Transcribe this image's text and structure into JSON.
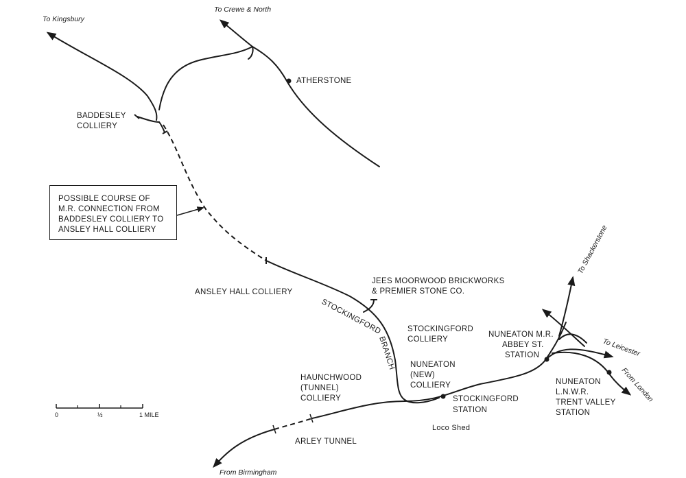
{
  "directions": {
    "kingsbury": "To Kingsbury",
    "crewe": "To Crewe & North",
    "shackerstone": "To Shackerstone",
    "leicester": "To Leicester",
    "london": "From London",
    "birmingham": "From Birmingham"
  },
  "places": {
    "atherstone": "ATHERSTONE",
    "baddesley": [
      "BADDESLEY",
      "COLLIERY"
    ],
    "ansley_hall": "ANSLEY HALL COLLIERY",
    "jees": [
      "JEES MOORWOOD BRICKWORKS",
      "& PREMIER STONE CO."
    ],
    "stockingford_colliery": [
      "STOCKINGFORD",
      "COLLIERY"
    ],
    "nuneaton_new": [
      "NUNEATON",
      "(NEW)",
      "COLLIERY"
    ],
    "haunchwood": [
      "HAUNCHWOOD",
      "(TUNNEL)",
      "COLLIERY"
    ],
    "stockingford_station": [
      "STOCKINGFORD",
      "STATION"
    ],
    "loco_shed": "Loco Shed",
    "arley_tunnel": "ARLEY TUNNEL",
    "nuneaton_mr": [
      "NUNEATON M.R.",
      "ABBEY ST.",
      "STATION"
    ],
    "nuneaton_lnwr": [
      "NUNEATON",
      "L.N.W.R.",
      "TRENT VALLEY",
      "STATION"
    ]
  },
  "branch_label": "STOCKINGFORD BRANCH",
  "callout": [
    "POSSIBLE COURSE OF",
    "M.R. CONNECTION FROM",
    "BADDESLEY COLLIERY TO",
    "ANSLEY HALL COLLIERY"
  ],
  "scale": {
    "zero": "0",
    "half": "½",
    "one": "1 MILE"
  }
}
